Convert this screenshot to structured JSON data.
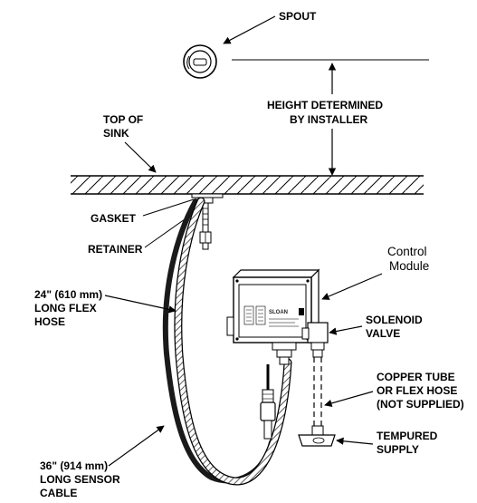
{
  "labels": {
    "spout": "SPOUT",
    "height_line1": "HEIGHT DETERMINED",
    "height_line2": "BY INSTALLER",
    "top_of_sink_line1": "TOP OF",
    "top_of_sink_line2": "SINK",
    "gasket": "GASKET",
    "retainer": "RETAINER",
    "control_module_line1": "Control",
    "control_module_line2": "Module",
    "flex_hose_line1": "24\" (610 mm)",
    "flex_hose_line2": "LONG FLEX",
    "flex_hose_line3": "HOSE",
    "solenoid_line1": "SOLENOID",
    "solenoid_line2": "VALVE",
    "copper_line1": "COPPER TUBE",
    "copper_line2": "OR FLEX HOSE",
    "copper_line3": "(NOT SUPPLIED)",
    "tempured_line1": "TEMPURED",
    "tempured_line2": "SUPPLY",
    "sensor_cable_line1": "36\" (914 mm)",
    "sensor_cable_line2": "LONG SENSOR",
    "sensor_cable_line3": "CABLE",
    "module_brand": "SLOAN"
  }
}
